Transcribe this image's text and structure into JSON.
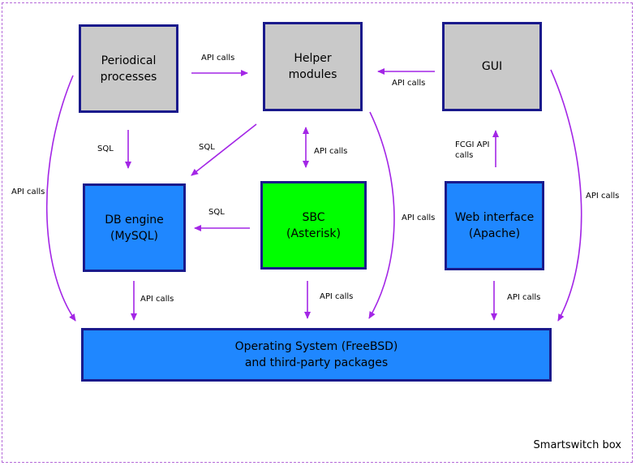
{
  "colors": {
    "frame_dash": "#b56ad9",
    "arrow": "#a326e6",
    "box_border": "#1a1a8c",
    "gray_box": "#c9c9c9",
    "blue_box": "#1f87ff",
    "green_box": "#00ff00"
  },
  "nodes": {
    "periodical": "Periodical\nprocesses",
    "helper": "Helper\nmodules",
    "gui": "GUI",
    "db": "DB engine\n(MySQL)",
    "sbc": "SBC\n(Asterisk)",
    "web": "Web interface\n(Apache)",
    "os": "Operating System (FreeBSD)\nand third-party packages"
  },
  "edge_labels": {
    "periodical_to_helper": "API calls",
    "gui_to_helper": "API calls",
    "periodical_to_db": "SQL",
    "helper_to_db": "SQL",
    "helper_sbc": "API calls",
    "web_to_gui": "FCGI API\ncalls",
    "left_curve": "API calls",
    "right_curve": "API calls",
    "sbc_to_db": "SQL",
    "helper_curve": "API calls",
    "db_to_os": "API calls",
    "sbc_to_os": "API calls",
    "web_to_os": "API calls"
  },
  "caption": "Smartswitch box"
}
